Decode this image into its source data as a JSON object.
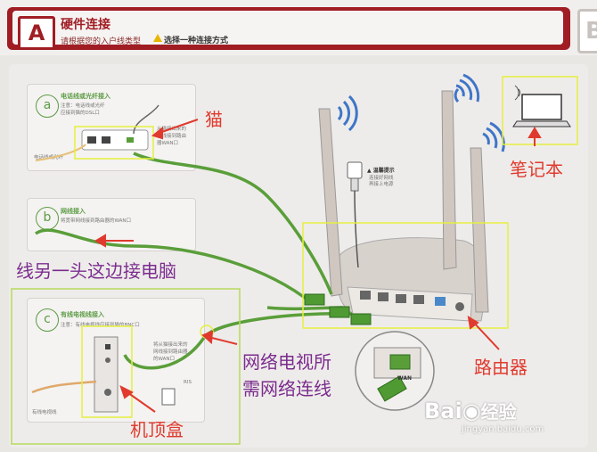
{
  "header": {
    "letter": "A",
    "title": "硬件连接",
    "subtitle": "请根据您的入户线类型",
    "warning": "选择一种连接方式",
    "corner_letter": "B"
  },
  "panels": {
    "a": {
      "letter": "a",
      "title": "电话线或光纤接入",
      "note1": "注意：电话线或光纤",
      "note2": "应接到猫的DSL口",
      "modem_label": "电话线或光纤",
      "callout1": "从猫接出来的",
      "callout2": "网线接到路由",
      "callout3": "器WAN口"
    },
    "b": {
      "letter": "b",
      "title": "网线接入",
      "note": "将宽带网线接到路由器的WAN口"
    },
    "c": {
      "letter": "c",
      "title": "有线电视线接入",
      "note": "注意：有线电视线应接到猫的BNC口",
      "callout1": "将从猫接出来的",
      "callout2": "网线接到路由器",
      "callout3": "的WAN口",
      "cable_label": "有线电视线",
      "port_label": "RIS"
    }
  },
  "power_hint": {
    "title": "▲ 温馨提示",
    "line1": "连接好网线",
    "line2": "再接上电源"
  },
  "wan_label": "WAN",
  "annotations": {
    "modem": "猫",
    "laptop": "笔记本",
    "other_end": "线另一头这边接电脑",
    "iptv_line1": "网络电视所",
    "iptv_line2": "需网络连线",
    "router": "路由器",
    "stb": "机顶盒"
  },
  "watermark": {
    "logo": "Bai",
    "logo2": "经验",
    "site": "jingyan.baidu.com"
  },
  "colors": {
    "brand_red": "#a01d24",
    "cable_green": "#5a9e3a",
    "annotation_red": "#e03a2e",
    "annotation_purple": "#7b2d8e",
    "highlight_yellow": "#e5ef3f"
  }
}
